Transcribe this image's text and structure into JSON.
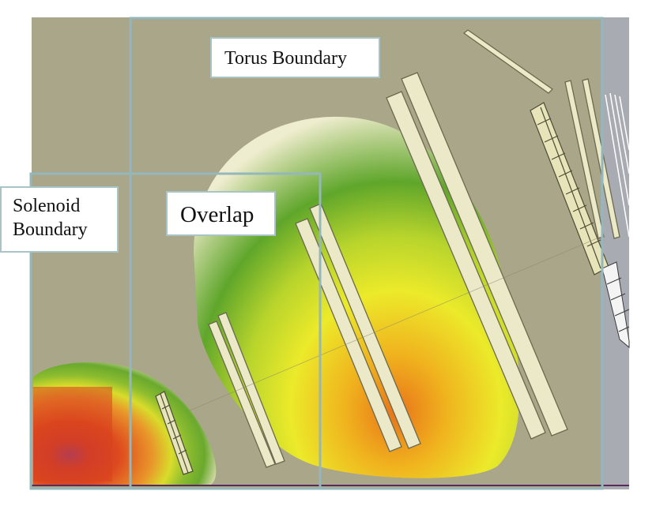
{
  "labels": {
    "torus": "Torus Boundary",
    "solenoid_line1": "Solenoid",
    "solenoid_line2": "Boundary",
    "overlap": "Overlap"
  },
  "colors": {
    "background_gray": "#a9abb2",
    "field_olive": "#aaa68a",
    "boundary_line": "#94b7bb",
    "conductor_fill": "#ebe9c8",
    "conductor_edge": "#6b6a4e",
    "field_green": "#5fa62b",
    "field_yellow": "#ecea2a",
    "field_orange": "#e78a1d",
    "field_red": "#d8421f",
    "field_purple": "#8a3a8c"
  }
}
